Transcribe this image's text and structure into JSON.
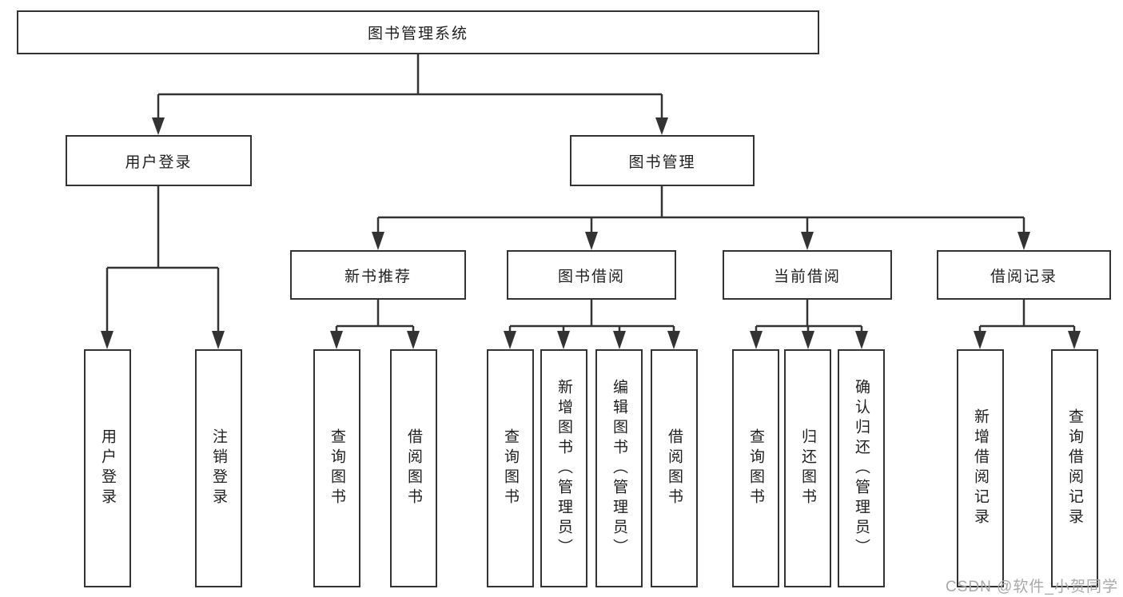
{
  "diagram": {
    "title": "图书管理系统",
    "nodes": {
      "root": {
        "label": "图书管理系统"
      },
      "user_login": {
        "label": "用户登录"
      },
      "book_mgmt": {
        "label": "图书管理"
      },
      "new_book_rec": {
        "label": "新书推荐"
      },
      "book_borrow": {
        "label": "图书借阅"
      },
      "current_borrow": {
        "label": "当前借阅"
      },
      "borrow_records": {
        "label": "借阅记录"
      },
      "leaf_user_login": {
        "label": "用户登录"
      },
      "leaf_logout": {
        "label": "注销登录"
      },
      "leaf_query_book_1": {
        "label": "查询图书"
      },
      "leaf_borrow_book_1": {
        "label": "借阅图书"
      },
      "leaf_query_book_2": {
        "label": "查询图书"
      },
      "leaf_add_book": {
        "label": "新增图书（管理员）"
      },
      "leaf_edit_book": {
        "label": "编辑图书（管理员）"
      },
      "leaf_borrow_book_2": {
        "label": "借阅图书"
      },
      "leaf_query_book_3": {
        "label": "查询图书"
      },
      "leaf_return_book": {
        "label": "归还图书"
      },
      "leaf_confirm_return": {
        "label": "确认归还（管理员）"
      },
      "leaf_add_record": {
        "label": "新增借阅记录"
      },
      "leaf_query_record": {
        "label": "查询借阅记录"
      }
    },
    "structure": {
      "图书管理系统": {
        "用户登录": [
          "用户登录",
          "注销登录"
        ],
        "图书管理": {
          "新书推荐": [
            "查询图书",
            "借阅图书"
          ],
          "图书借阅": [
            "查询图书",
            "新增图书（管理员）",
            "编辑图书（管理员）",
            "借阅图书"
          ],
          "当前借阅": [
            "查询图书",
            "归还图书",
            "确认归还（管理员）"
          ],
          "借阅记录": [
            "新增借阅记录",
            "查询借阅记录"
          ]
        }
      }
    },
    "colors": {
      "line": "#333333",
      "box_border": "#333333",
      "box_fill": "#ffffff",
      "text": "#1f1f1f",
      "watermark": "#a8a8a8",
      "background": "#ffffff"
    }
  },
  "watermark": "CSDN @软件_小贺同学"
}
